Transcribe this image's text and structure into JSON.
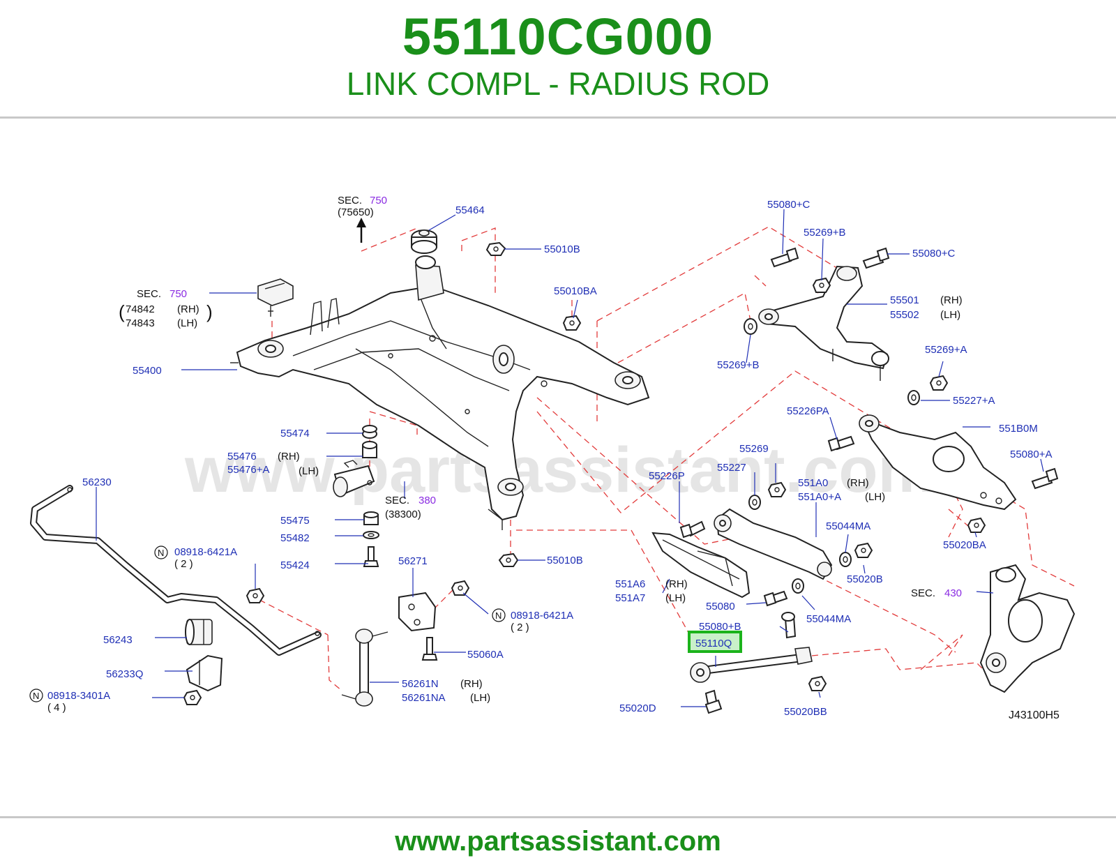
{
  "header": {
    "part_number": "55110CG000",
    "part_name": "LINK COMPL - RADIUS ROD"
  },
  "footer": {
    "url": "www.partsassistant.com"
  },
  "watermark": "www.partsassistant.com",
  "diagram_code": "J43100H5",
  "colors": {
    "title_green": "#1a8f1a",
    "label_blue": "#1f2fb5",
    "section_purple": "#8a2be2",
    "dash_red": "#e23a3a",
    "highlight_green": "#1bb31b"
  },
  "callouts": {
    "sec": "SEC.",
    "sec750_top": "750",
    "p75650": "(75650)",
    "p55464": "55464",
    "p55010B_top": "55010B",
    "sec750_left": "750",
    "p74842": "74842",
    "p74843": "74843",
    "rh": "(RH)",
    "lh": "(LH)",
    "p55010BA": "55010BA",
    "p55400": "55400",
    "p55474": "55474",
    "p55476": "55476",
    "p55476A": "55476+A",
    "p56230": "56230",
    "sec380": "380",
    "p38300": "(38300)",
    "p55475": "55475",
    "p55482": "55482",
    "p55424": "55424",
    "p55010B_bottom": "55010B",
    "n_symbol": "N",
    "p08918_6421A_left": "08918-6421A",
    "qty2_left": "( 2 )",
    "p56271": "56271",
    "p08918_6421A_mid": "08918-6421A",
    "qty2_mid": "( 2 )",
    "p56243": "56243",
    "p55060A": "55060A",
    "p56233Q": "56233Q",
    "p56261N": "56261N",
    "p56261NA": "56261NA",
    "p08918_3401A": "08918-3401A",
    "qty4": "( 4 )",
    "p55080C_top": "55080+C",
    "p55269B_top": "55269+B",
    "p55080C_right": "55080+C",
    "p55501": "55501",
    "p55502": "55502",
    "p55269B_mid": "55269+B",
    "p55269A": "55269+A",
    "p55227A": "55227+A",
    "p55226PA": "55226PA",
    "p551B0M": "551B0M",
    "p55269": "55269",
    "p55080A": "55080+A",
    "p55227": "55227",
    "p55226P": "55226P",
    "p551A0": "551A0",
    "p551A0A": "551A0+A",
    "p55044MA_top": "55044MA",
    "p55020BA": "55020BA",
    "p551A6": "551A6",
    "p551A7": "551A7",
    "p55020B": "55020B",
    "p55080": "55080",
    "p55044MA_bottom": "55044MA",
    "sec430": "430",
    "p55080B": "55080+B",
    "p55110Q": "55110Q",
    "p55020D": "55020D",
    "p55020BB": "55020BB"
  }
}
